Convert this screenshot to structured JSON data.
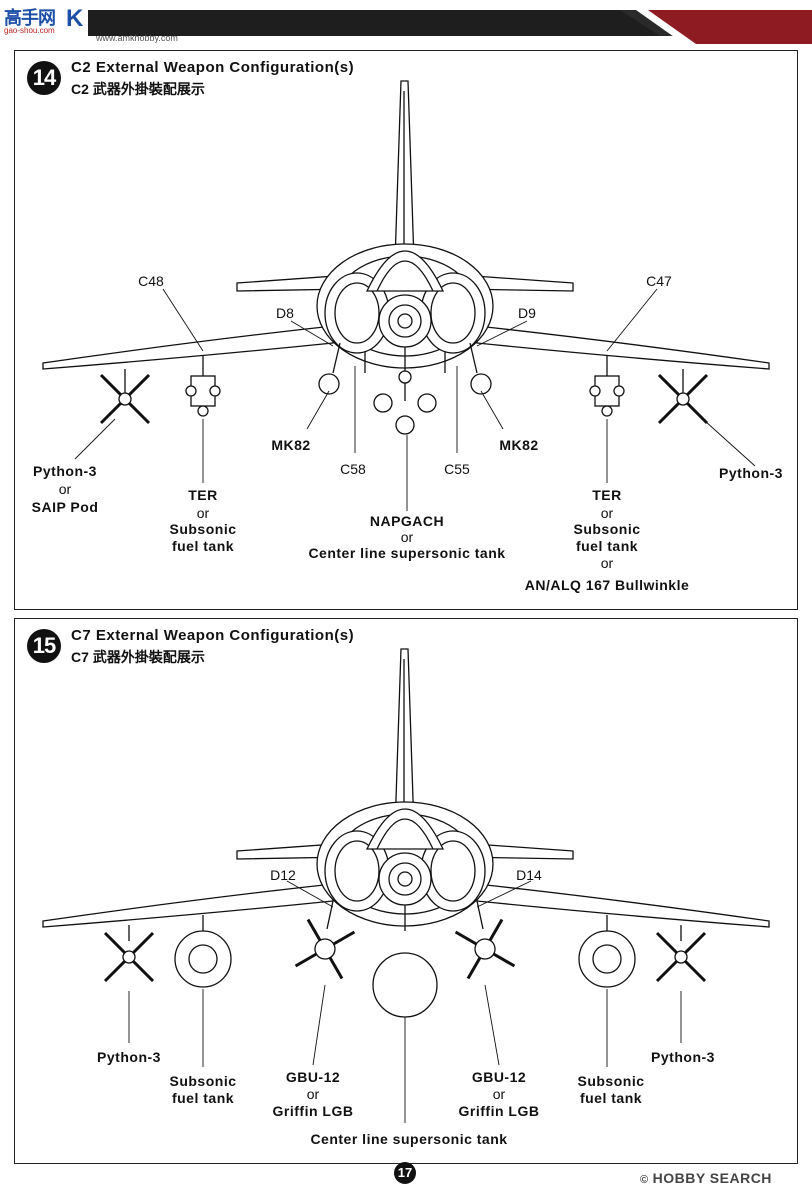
{
  "header": {
    "logo_cn": "高手网",
    "logo_url": "gao-shou.com",
    "logo_k": "K",
    "site_url": "www.amkhobby.com"
  },
  "step14": {
    "number": "14",
    "title_en": "C2 External Weapon Configuration(s)",
    "title_cn_prefix": "C2",
    "title_cn": "武器外掛裝配展示",
    "labels": {
      "c48": "C48",
      "c47": "C47",
      "d8": "D8",
      "d9": "D9",
      "mk82_left": "MK82",
      "mk82_right": "MK82",
      "c58": "C58",
      "c55": "C55",
      "python_left": "Python-3",
      "or1": "or",
      "saip": "SAIP Pod",
      "ter_left": "TER",
      "or2": "or",
      "subsonic_left_1": "Subsonic",
      "subsonic_left_2": "fuel tank",
      "napgach": "NAPGACH",
      "or3": "or",
      "center_tank": "Center line supersonic tank",
      "ter_right": "TER",
      "or4": "or",
      "subsonic_right_1": "Subsonic",
      "subsonic_right_2": "fuel tank",
      "or5": "or",
      "alq": "AN/ALQ 167 Bullwinkle",
      "python_right": "Python-3"
    }
  },
  "step15": {
    "number": "15",
    "title_en": "C7 External Weapon Configuration(s)",
    "title_cn_prefix": "C7",
    "title_cn": "武器外掛裝配展示",
    "labels": {
      "d12": "D12",
      "d14": "D14",
      "python_left": "Python-3",
      "subsonic_left_1": "Subsonic",
      "subsonic_left_2": "fuel tank",
      "gbu_left": "GBU-12",
      "or_left": "or",
      "griffin_left": "Griffin LGB",
      "center_tank": "Center line supersonic tank",
      "gbu_right": "GBU-12",
      "or_right": "or",
      "griffin_right": "Griffin LGB",
      "subsonic_right_1": "Subsonic",
      "subsonic_right_2": "fuel tank",
      "python_right": "Python-3"
    }
  },
  "footer": {
    "page_number": "17",
    "watermark": "HOBBY SEARCH",
    "watermark_mark": "©"
  }
}
